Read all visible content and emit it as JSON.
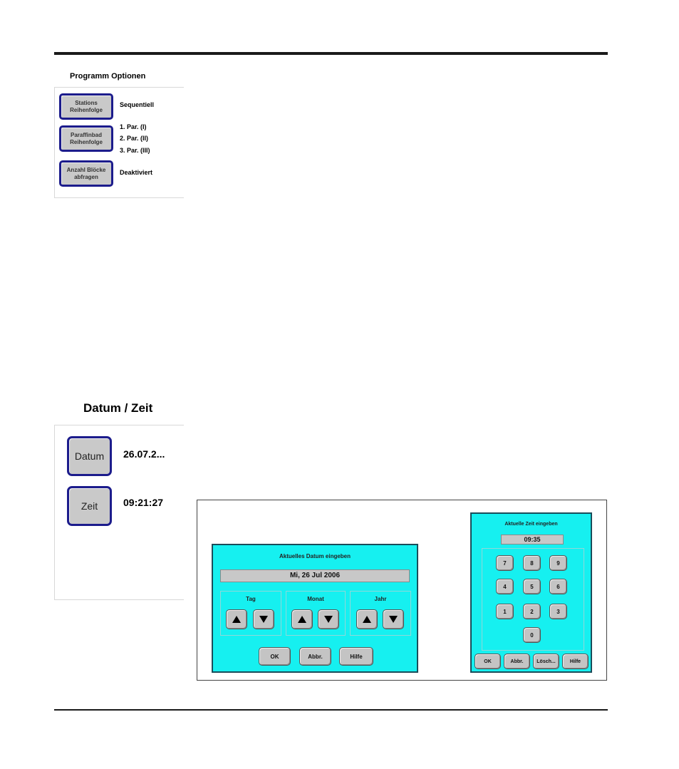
{
  "programm_optionen": {
    "title": "Programm Optionen",
    "items": [
      {
        "button": "Stations\nReihenfolge",
        "value": "Sequentiell"
      },
      {
        "button": "Paraffinbad\nReihenfolge",
        "values": [
          "1. Par. (I)",
          "2. Par. (II)",
          "3. Par. (III)"
        ]
      },
      {
        "button": "Anzahl Blöcke\nabfragen",
        "value": "Deaktiviert"
      }
    ]
  },
  "datum_zeit": {
    "title": "Datum / Zeit",
    "items": [
      {
        "button": "Datum",
        "value": "26.07.2..."
      },
      {
        "button": "Zeit",
        "value": "09:21:27"
      }
    ]
  },
  "date_dialog": {
    "title": "Aktuelles Datum eingeben",
    "display": "Mi, 26 Jul 2006",
    "groups": [
      "Tag",
      "Monat",
      "Jahr"
    ],
    "buttons": {
      "ok": "OK",
      "cancel": "Abbr.",
      "help": "Hilfe"
    }
  },
  "time_dialog": {
    "title": "Aktuelle Zeit eingeben",
    "display": "09:35",
    "keys": [
      "7",
      "8",
      "9",
      "4",
      "5",
      "6",
      "1",
      "2",
      "3",
      "0"
    ],
    "buttons": {
      "ok": "OK",
      "cancel": "Abbr.",
      "delete": "Lösch...",
      "help": "Hilfe"
    }
  },
  "colors": {
    "dialog_bg": "#16f0f0",
    "button_border": "#1c1c8c"
  }
}
